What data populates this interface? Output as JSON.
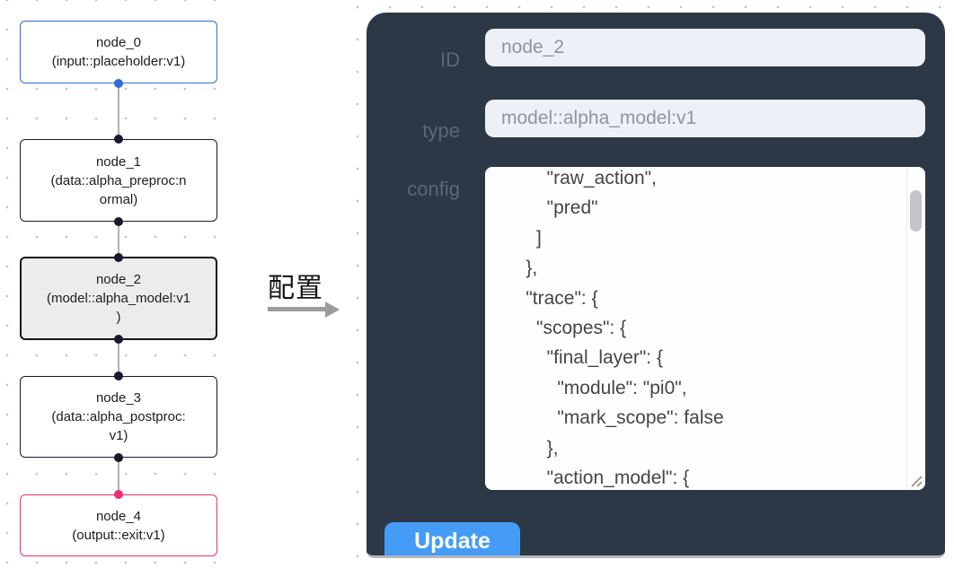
{
  "canvas": {
    "nodes": [
      {
        "title": "node_0",
        "subtitle": "(input::placeholder:v1)",
        "type": "input"
      },
      {
        "title": "node_1",
        "subtitle": "(data::alpha_preproc:n\normal)",
        "type": "default"
      },
      {
        "title": "node_2",
        "subtitle": "(model::alpha_model:v1\n)",
        "type": "default-selected"
      },
      {
        "title": "node_3",
        "subtitle": "(data::alpha_postproc:\nv1)",
        "type": "default"
      },
      {
        "title": "node_4",
        "subtitle": "(output::exit:v1)",
        "type": "output"
      }
    ]
  },
  "transition": {
    "label": "配置"
  },
  "panel": {
    "id_label": "ID",
    "id_value": "node_2",
    "type_label": "type",
    "type_value": "model::alpha_model:v1",
    "config_label": "config",
    "config_text": "        \"raw_action\",\n        \"pred\"\n      ]\n    },\n    \"trace\": {\n      \"scopes\": {\n        \"final_layer\": {\n          \"module\": \"pi0\",\n          \"mark_scope\": false\n        },\n        \"action_model\": {",
    "update_label": "Update"
  },
  "colors": {
    "accent_input": "#2b6cd9",
    "accent_default": "#1a192b",
    "accent_output": "#ec2d77",
    "edge": "#b1b1b7",
    "panel_bg": "#2d3847",
    "panel_label": "#5d6678",
    "field_bg": "#edf0f6",
    "field_text": "#8d95a2",
    "button_bg": "#459cf6",
    "canvas_dot": "#c6c6c8"
  }
}
